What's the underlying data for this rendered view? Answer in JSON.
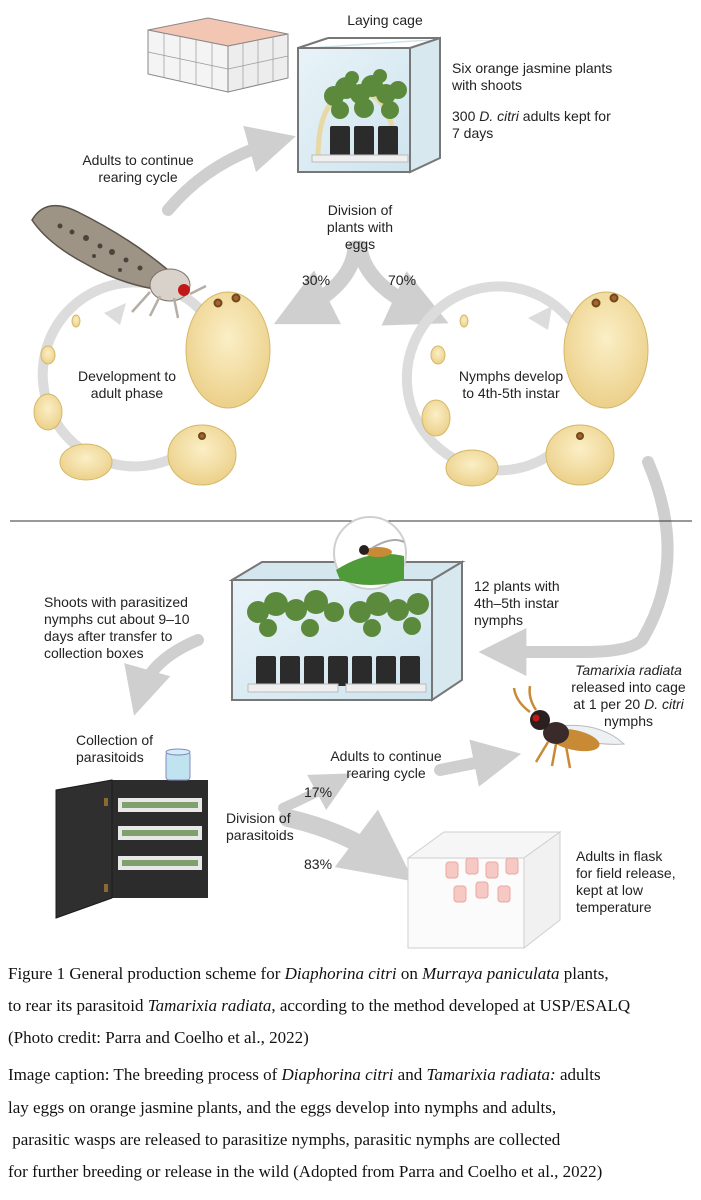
{
  "diagram": {
    "laying_cage": {
      "title": "Laying cage",
      "plants_line1": "Six orange jasmine plants",
      "plants_line2": "with shoots",
      "adults_count": "300 ",
      "adults_species": "D. citri",
      "adults_rest": " adults kept for",
      "adults_days": "7 days"
    },
    "adults_continue_top": {
      "line1": "Adults to continue",
      "line2": "rearing cycle"
    },
    "division_plants": {
      "line1": "Division of",
      "line2": "plants with",
      "line3": "eggs"
    },
    "split_top": {
      "left_pct": "30%",
      "right_pct": "70%"
    },
    "development": {
      "line1": "Development to",
      "line2": "adult phase"
    },
    "nymphs_develop": {
      "line1": "Nymphs develop",
      "line2": "to 4th-5th instar"
    },
    "rearing_cage": {
      "line1": "12 plants with",
      "line2": "4th–5th instar",
      "line3": "nymphs"
    },
    "shoots_cut": {
      "line1": "Shoots with parasitized",
      "line2": "nymphs cut about 9–10",
      "line3": "days after transfer to",
      "line4": "collection boxes"
    },
    "tamarixia_release": {
      "species": "Tamarixia radiata",
      "line2": "released into cage",
      "line3a": "at 1 per 20 ",
      "line3b": "D. citri",
      "line4": "nymphs"
    },
    "collection": {
      "line1": "Collection of",
      "line2": "parasitoids"
    },
    "adults_continue_bottom": {
      "line1": "Adults to continue",
      "line2": "rearing cycle"
    },
    "division_parasitoids": {
      "line1": "Division of",
      "line2": "parasitoids"
    },
    "split_bottom": {
      "upper_pct": "17%",
      "lower_pct": "83%"
    },
    "flask": {
      "line1": "Adults in flask",
      "line2": "for field release,",
      "line3": "kept at low",
      "line4": "temperature"
    }
  },
  "caption": {
    "fig_a": "Figure 1 General production scheme for ",
    "fig_b": "Diaphorina citri",
    "fig_c": " on ",
    "fig_d": "Murraya paniculata",
    "fig_e": " plants,",
    "line2_a": "to rear its parasitoid ",
    "line2_b": "Tamarixia radiata",
    "line2_c": ", according to the method developed at USP/ESALQ",
    "line3": "(Photo credit: Parra and Coelho et al., 2022)",
    "img_a": "Image caption: The breeding process of ",
    "img_b": "Diaphorina citri",
    "img_c": " and ",
    "img_d": "Tamarixia radiata:",
    "img_e": " adults",
    "line5": "lay eggs on orange jasmine plants, and the eggs develop into nymphs and adults,",
    "line6": " parasitic wasps are released to parasitize nymphs, parasitic nymphs are collected",
    "line7": "for further breeding or release in the wild (Adopted from Parra and Coelho et al., 2022)"
  },
  "colors": {
    "arrow": "#cfcfcf",
    "nymph": "#f2dc9a",
    "nymph_stroke": "#d4b766",
    "glass": "#dcecf3",
    "plant": "#5c8a3c",
    "pot": "#2b2b2b"
  }
}
